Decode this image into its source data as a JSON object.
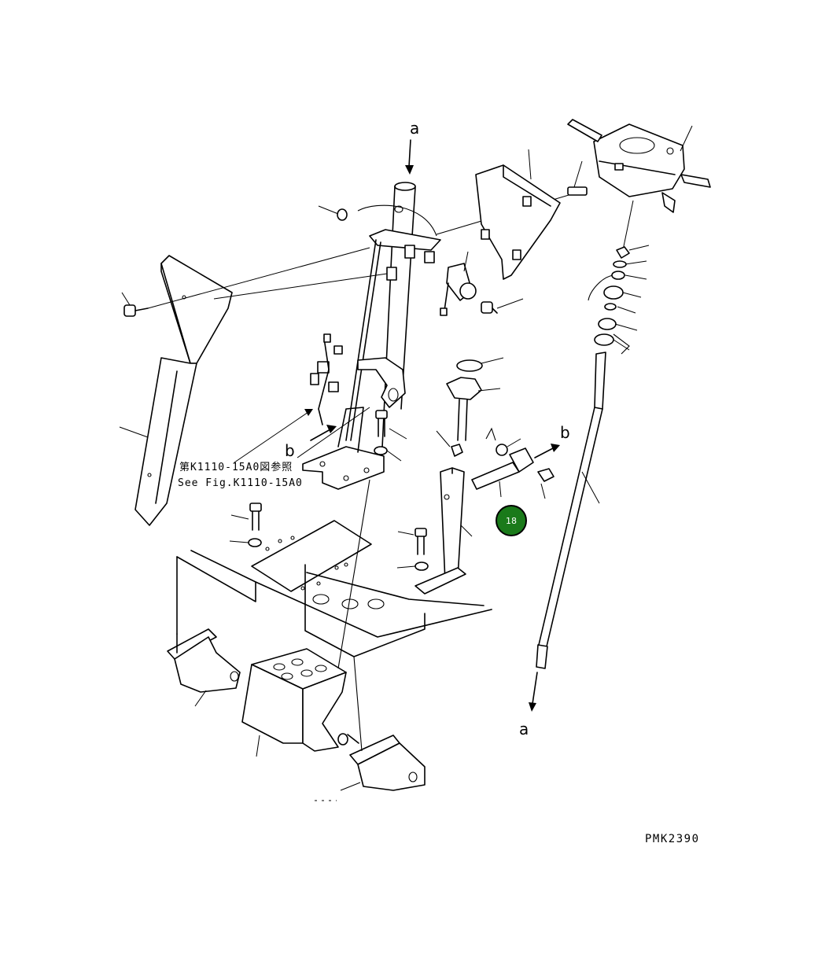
{
  "diagram": {
    "labels": {
      "a_top": "a",
      "a_bottom": "a",
      "b_left": "b",
      "b_right": "b"
    },
    "reference_note": {
      "line1": "第K1110-15A0図参照",
      "line2": "See Fig.K1110-15A0"
    },
    "drawing_code": "PMK2390",
    "callout": {
      "number": "18",
      "color": "#1a7a1a"
    }
  }
}
